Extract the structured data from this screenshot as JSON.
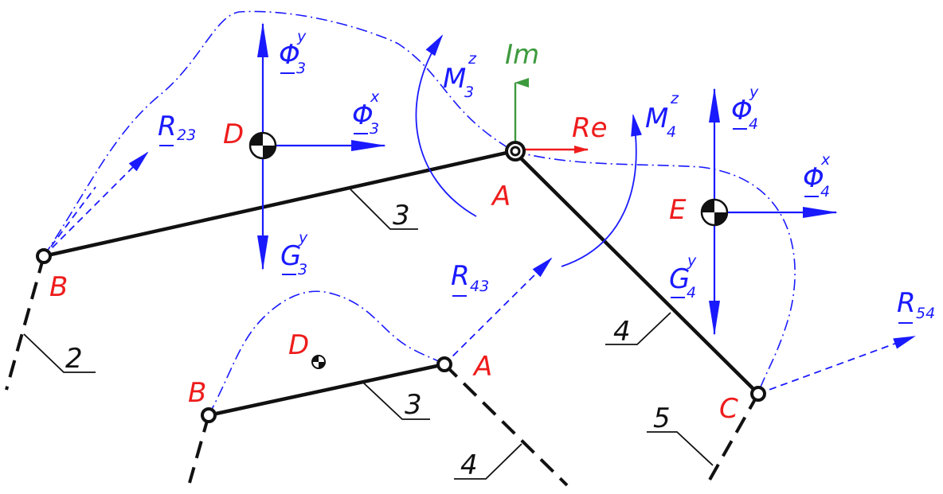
{
  "colors": {
    "blue": "#1a1aff",
    "red": "#ee1c1c",
    "green": "#3d9a3d",
    "black": "#111111"
  },
  "points": {
    "B_top": "B",
    "D_top": "D",
    "A_top": "A",
    "E": "E",
    "C": "C",
    "B_bottom": "B",
    "D_bottom": "D",
    "A_bottom": "A"
  },
  "links": {
    "link2": "2",
    "link3_top": "3",
    "link4_top": "4",
    "link5": "5",
    "link3_bottom": "3",
    "link4_bottom": "4"
  },
  "axes": {
    "real": "Re",
    "imag": "Im"
  },
  "forces": {
    "phi3y": {
      "sym": "Φ",
      "sub": "3",
      "sup": "y"
    },
    "phi3x": {
      "sym": "Φ",
      "sub": "3",
      "sup": "x"
    },
    "g3y": {
      "sym": "G",
      "sub": "3",
      "sup": "y"
    },
    "m3z": {
      "sym": "M",
      "sub": "3",
      "sup": "z"
    },
    "m4z": {
      "sym": "M",
      "sub": "4",
      "sup": "z"
    },
    "phi4y": {
      "sym": "Φ",
      "sub": "4",
      "sup": "y"
    },
    "phi4x": {
      "sym": "Φ",
      "sub": "4",
      "sup": "x"
    },
    "g4y": {
      "sym": "G",
      "sub": "4",
      "sup": "y"
    },
    "r23": {
      "sym": "R",
      "sub": "23"
    },
    "r43": {
      "sym": "R",
      "sub": "43"
    },
    "r54": {
      "sym": "R",
      "sub": "54"
    }
  }
}
